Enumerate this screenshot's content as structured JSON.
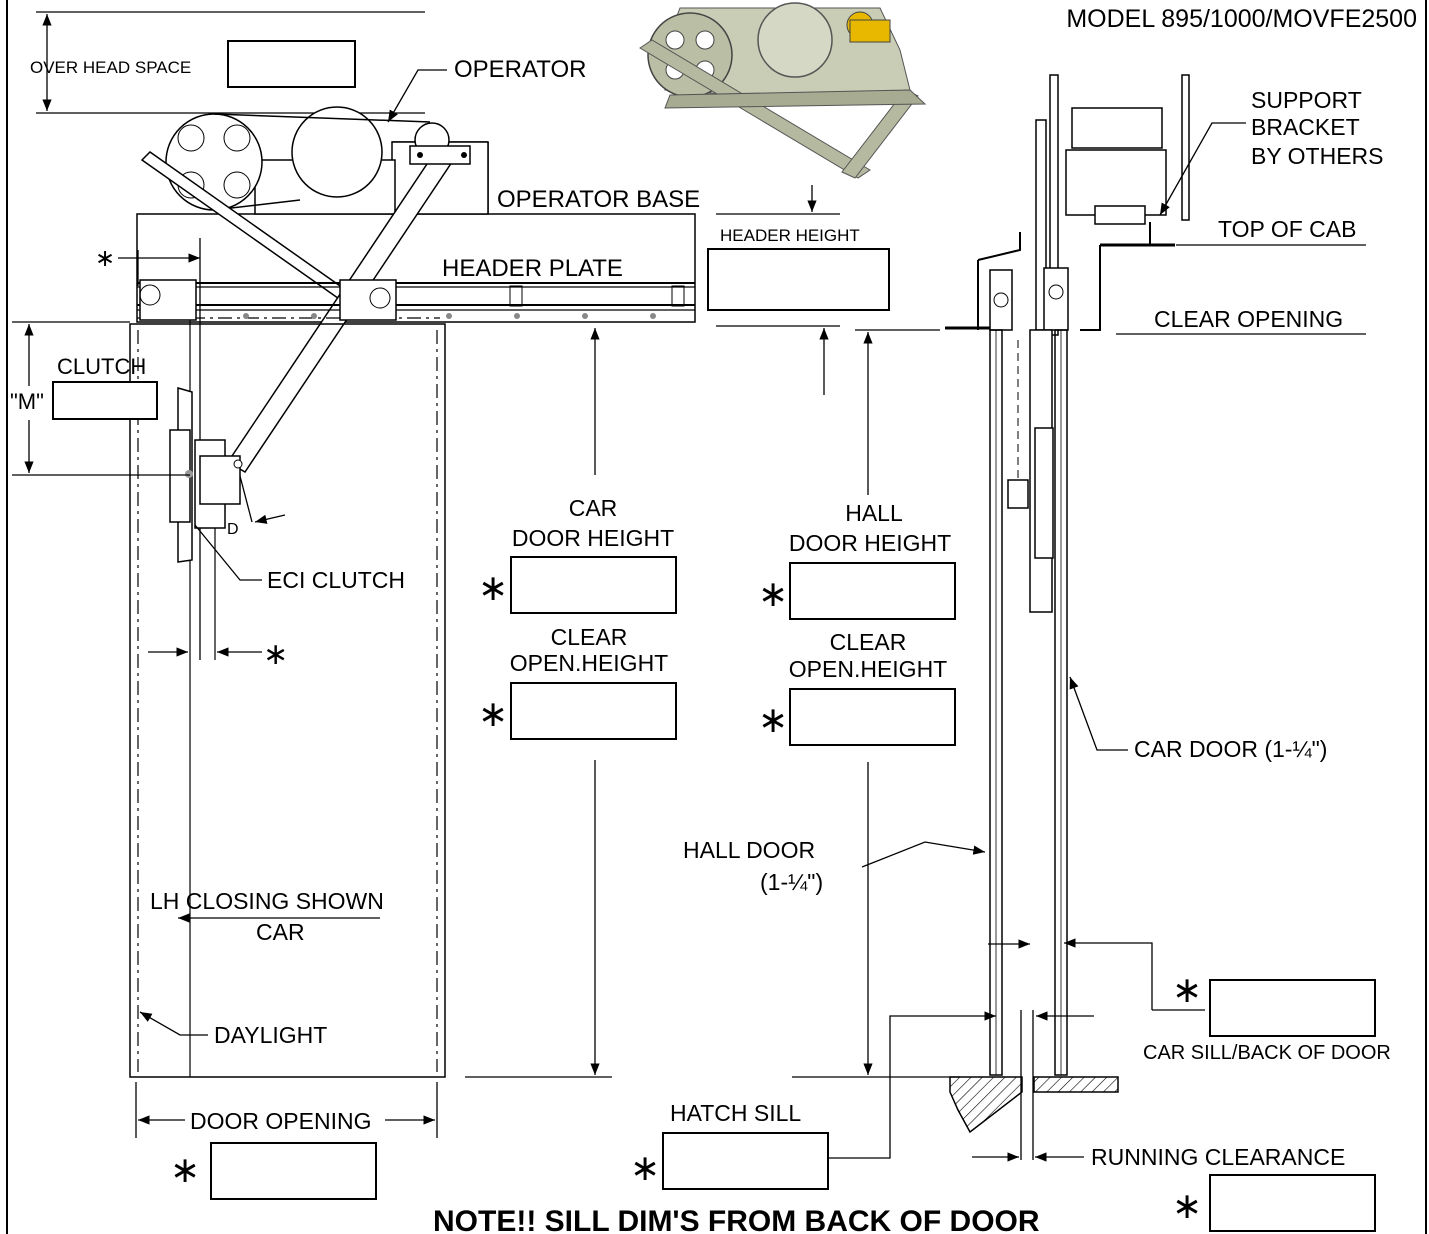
{
  "title": "MODEL 895/1000/MOVFE2500",
  "note": "NOTE!! SILL DIM'S FROM BACK OF DOOR",
  "asterisk": "∗",
  "labels": {
    "overhead_space": "OVER HEAD SPACE",
    "operator": "OPERATOR",
    "operator_base": "OPERATOR BASE",
    "header_height": "HEADER HEIGHT",
    "header_plate": "HEADER PLATE",
    "clutch": "CLUTCH",
    "m_dim": "\"M\"",
    "d_dim": "D",
    "eci_clutch": "ECI CLUTCH",
    "car_door_height": [
      "CAR",
      "DOOR HEIGHT"
    ],
    "car_clear_open_height": [
      "CLEAR",
      "OPEN.HEIGHT"
    ],
    "hall_door_height": [
      "HALL",
      "DOOR HEIGHT"
    ],
    "hall_clear_open_height": [
      "CLEAR",
      "OPEN.HEIGHT"
    ],
    "support_bracket": [
      "SUPPORT",
      "BRACKET",
      "BY OTHERS"
    ],
    "top_of_cab": "TOP OF CAB",
    "clear_opening": "CLEAR OPENING",
    "car_door": "CAR DOOR (1-¼\")",
    "hall_door": [
      "HALL DOOR",
      "(1-¼\")"
    ],
    "lh_closing": [
      "LH CLOSING SHOWN",
      "CAR"
    ],
    "daylight": "DAYLIGHT",
    "door_opening": "DOOR OPENING",
    "hatch_sill": "HATCH SILL",
    "car_sill_back_of_door": "CAR SILL/BACK OF DOOR",
    "running_clearance": "RUNNING CLEARANCE"
  },
  "fields": {
    "overhead_space": "",
    "header_height": "",
    "clutch_m": "",
    "car_door_height": "",
    "car_clear_open_height": "",
    "hall_door_height": "",
    "hall_clear_open_height": "",
    "door_opening": "",
    "hatch_sill": "",
    "car_sill_back_of_door": "",
    "running_clearance": ""
  },
  "colors": {
    "line": "#000000",
    "photo_frame": "#c9cdb5",
    "photo_motor": "#e8b800"
  }
}
